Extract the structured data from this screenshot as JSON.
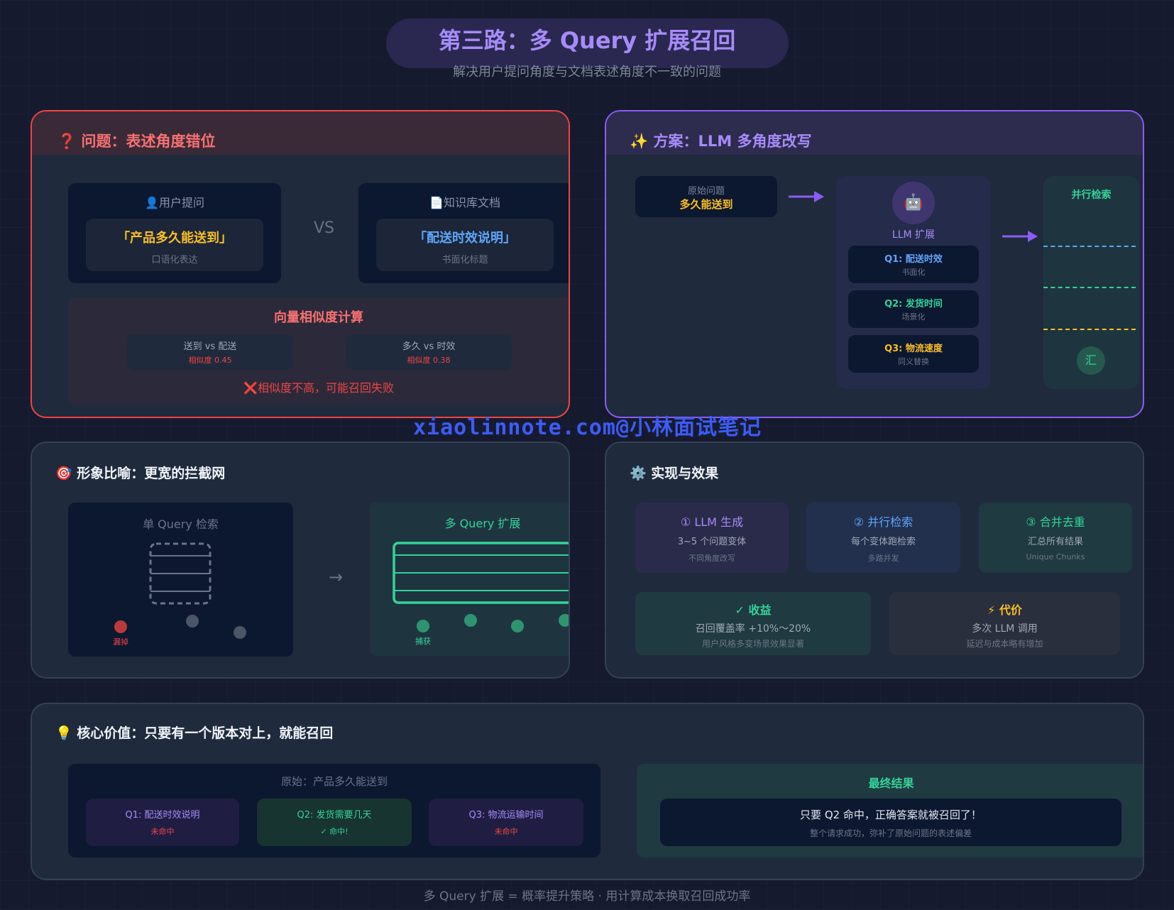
{
  "header": {
    "title": "第三路：多 Query 扩展召回",
    "subtitle": "解决用户提问角度与文档表述角度不一致的问题"
  },
  "problem": {
    "icon": "❓",
    "title": "问题：表述角度错位",
    "user": {
      "icon": "👤",
      "label": "用户提问",
      "quote": "「产品多久能送到」",
      "note": "口语化表达"
    },
    "vs": "VS",
    "doc": {
      "icon": "📄",
      "label": "知识库文档",
      "quote": "「配送时效说明」",
      "note": "书面化标题"
    },
    "similarity": {
      "title": "向量相似度计算",
      "pairs": [
        {
          "label": "送到 vs 配送",
          "score": "相似度 0.45"
        },
        {
          "label": "多久 vs 时效",
          "score": "相似度 0.38"
        }
      ],
      "fail_icon": "❌",
      "fail": "相似度不高，可能召回失败"
    }
  },
  "solution": {
    "icon": "✨",
    "title": "方案：LLM 多角度改写",
    "original": {
      "label": "原始问题",
      "value": "多久能送到"
    },
    "llm": {
      "icon": "🤖",
      "label": "LLM 扩展",
      "queries": [
        {
          "q": "Q1: 配送时效",
          "style": "书面化"
        },
        {
          "q": "Q2: 发货时间",
          "style": "场景化"
        },
        {
          "q": "Q3: 物流速度",
          "style": "同义替换"
        }
      ]
    },
    "parallel": {
      "title": "并行检索",
      "merge": "汇"
    }
  },
  "watermark": "xiaolinnote.com@小林面试笔记",
  "metaphor": {
    "icon": "🎯",
    "title": "形象比喻：更宽的拦截网",
    "single": {
      "title": "单 Query 检索",
      "miss": "漏掉"
    },
    "arrow": "→",
    "multi": {
      "title": "多 Query 扩展",
      "catch": "捕获"
    }
  },
  "impl": {
    "icon": "⚙️",
    "title": "实现与效果",
    "steps": [
      {
        "title": "① LLM 生成",
        "desc": "3~5 个问题变体",
        "note": "不同角度改写"
      },
      {
        "title": "② 并行检索",
        "desc": "每个变体跑检索",
        "note": "多路并发"
      },
      {
        "title": "③ 合并去重",
        "desc": "汇总所有结果",
        "note": "Unique Chunks"
      }
    ],
    "gain": {
      "title": "✓ 收益",
      "value": "召回覆盖率 +10%～20%",
      "note": "用户风格多变场景效果显著"
    },
    "cost": {
      "title": "⚡ 代价",
      "value": "多次 LLM 调用",
      "note": "延迟与成本略有增加"
    }
  },
  "core": {
    "icon": "💡",
    "title": "核心价值：只要有一个版本对上，就能召回",
    "original": "原始：产品多久能送到",
    "queries": [
      {
        "q": "Q1: 配送时效说明",
        "status": "未命中"
      },
      {
        "q": "Q2: 发货需要几天",
        "status": "✓ 命中!"
      },
      {
        "q": "Q3: 物流运输时间",
        "status": "未命中"
      }
    ],
    "result": {
      "title": "最终结果",
      "main": "只要 Q2 命中，正确答案就被召回了！",
      "sub": "整个请求成功，弥补了原始问题的表述偏差"
    }
  },
  "footer": "多 Query 扩展 = 概率提升策略 · 用计算成本换取召回成功率"
}
